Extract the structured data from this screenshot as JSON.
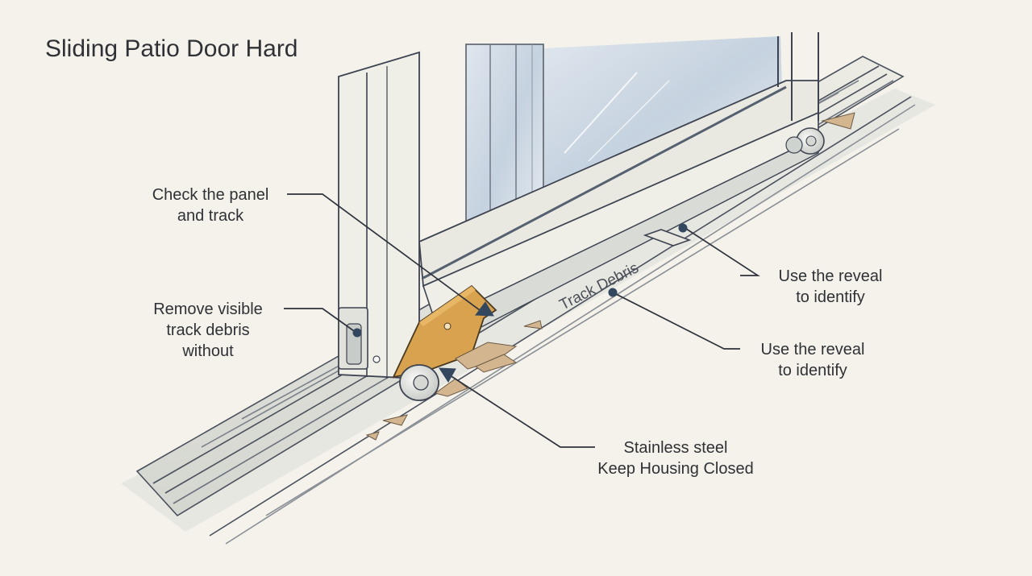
{
  "diagram": {
    "title": "Sliding Patio Door Hard",
    "callouts": {
      "panel_track": "Check the panel\nand track",
      "remove_debris": "Remove visible\ntrack debris\nwithout",
      "reveal_upper": "Use the reveal\nto identify",
      "reveal_lower": "Use the reveal\nto identify",
      "stainless": "Stainless steel\nKeep Housing Closed"
    },
    "track_label": "Track Debris"
  },
  "colors": {
    "background": "#f4f2ea",
    "frame": "#eeeee6",
    "outline": "#3d4350",
    "glass": "#c9d5e2",
    "bracket": "#d9a24e",
    "leader": "#2e323b",
    "marker": "#33475e"
  }
}
